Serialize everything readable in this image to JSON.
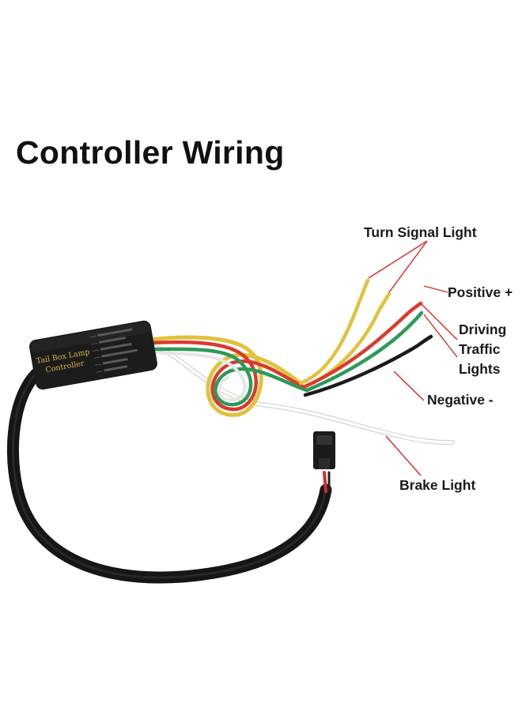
{
  "title": "Controller Wiring",
  "controller": {
    "name_line1": "Tail Box Lamp",
    "name_line2": "Controller"
  },
  "labels": {
    "turn_signal": "Turn Signal Light",
    "positive": "Positive +",
    "driving_line1": "Driving",
    "driving_line2": "Traffic",
    "driving_line3": "Lights",
    "negative": "Negative -",
    "brake": "Brake Light"
  },
  "colors": {
    "leader": "#d8262b",
    "yellow": "#e0c23c",
    "red": "#d93b2e",
    "green": "#2d9a56",
    "black": "#1b1b1b",
    "white": "#f3f3f3",
    "box": "#1c1c1c"
  }
}
